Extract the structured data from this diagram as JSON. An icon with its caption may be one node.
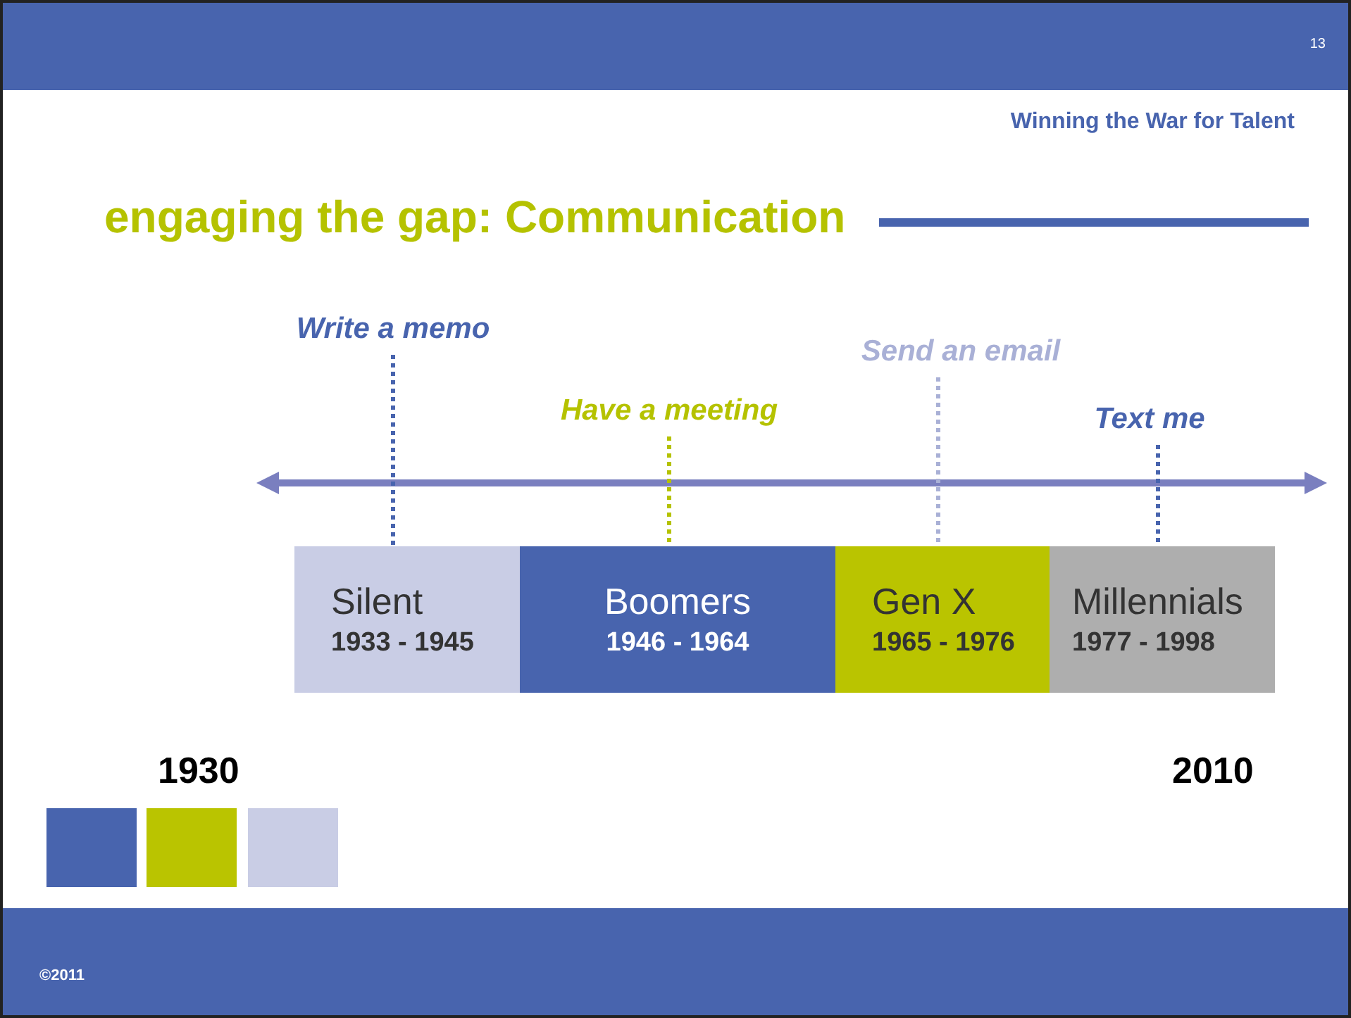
{
  "diagram": {
    "title": "engaging the gap:  Communication",
    "nodes": [
      {
        "text": [
          "Write a memo"
        ]
      },
      {
        "text": [
          "Have a meeting"
        ]
      },
      {
        "text": [
          "Send an email"
        ]
      },
      {
        "text": [
          "Text me"
        ]
      },
      {
        "text": [
          "Silent",
          "1933 - 1945"
        ]
      },
      {
        "text": [
          "Boomers",
          "1946 - 1964"
        ]
      },
      {
        "text": [
          "Gen X",
          "1965 - 1976"
        ]
      },
      {
        "text": [
          "Millennials",
          "1977 - 1998"
        ]
      }
    ],
    "edges": [
      {
        "from": 0,
        "to": 4,
        "arrow": "none",
        "style": "dashed"
      },
      {
        "from": 1,
        "to": 5,
        "arrow": "none",
        "style": "dashed",
        "color": "#b5c200"
      },
      {
        "from": 2,
        "to": 6,
        "arrow": "none",
        "style": "dashed",
        "color": "#a9b0d6"
      },
      {
        "from": 3,
        "to": 7,
        "arrow": "none",
        "style": "dashed"
      }
    ],
    "labels": [
      "13",
      "Winning the War for Talent",
      "1930",
      "2010",
      "©2011"
    ]
  }
}
